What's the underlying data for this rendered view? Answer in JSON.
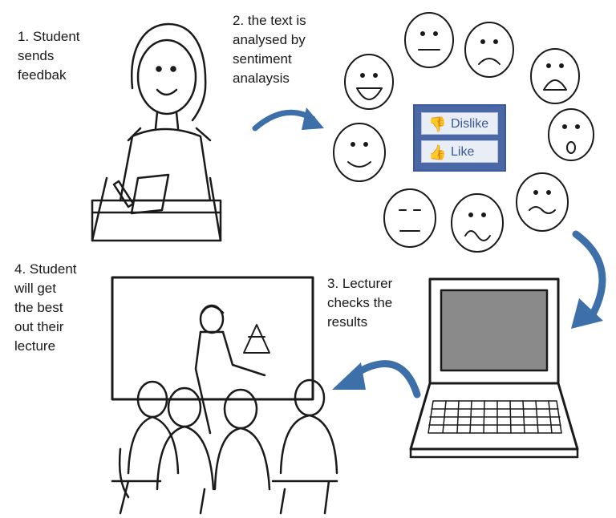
{
  "steps": [
    {
      "label": "1. Student\nsends\nfeedbak"
    },
    {
      "label": "2. the text is\nanalysed by\nsentiment\nanalaysis"
    },
    {
      "label": "3. Lecturer\nchecks the\nresults"
    },
    {
      "label": "4. Student\nwill get\nthe best\nout their\nlecture"
    }
  ],
  "facebook": {
    "dislike_label": "Dislike",
    "like_label": "Like",
    "color": "#3b5998"
  },
  "arrows": {
    "color": "#3d6fa8"
  }
}
